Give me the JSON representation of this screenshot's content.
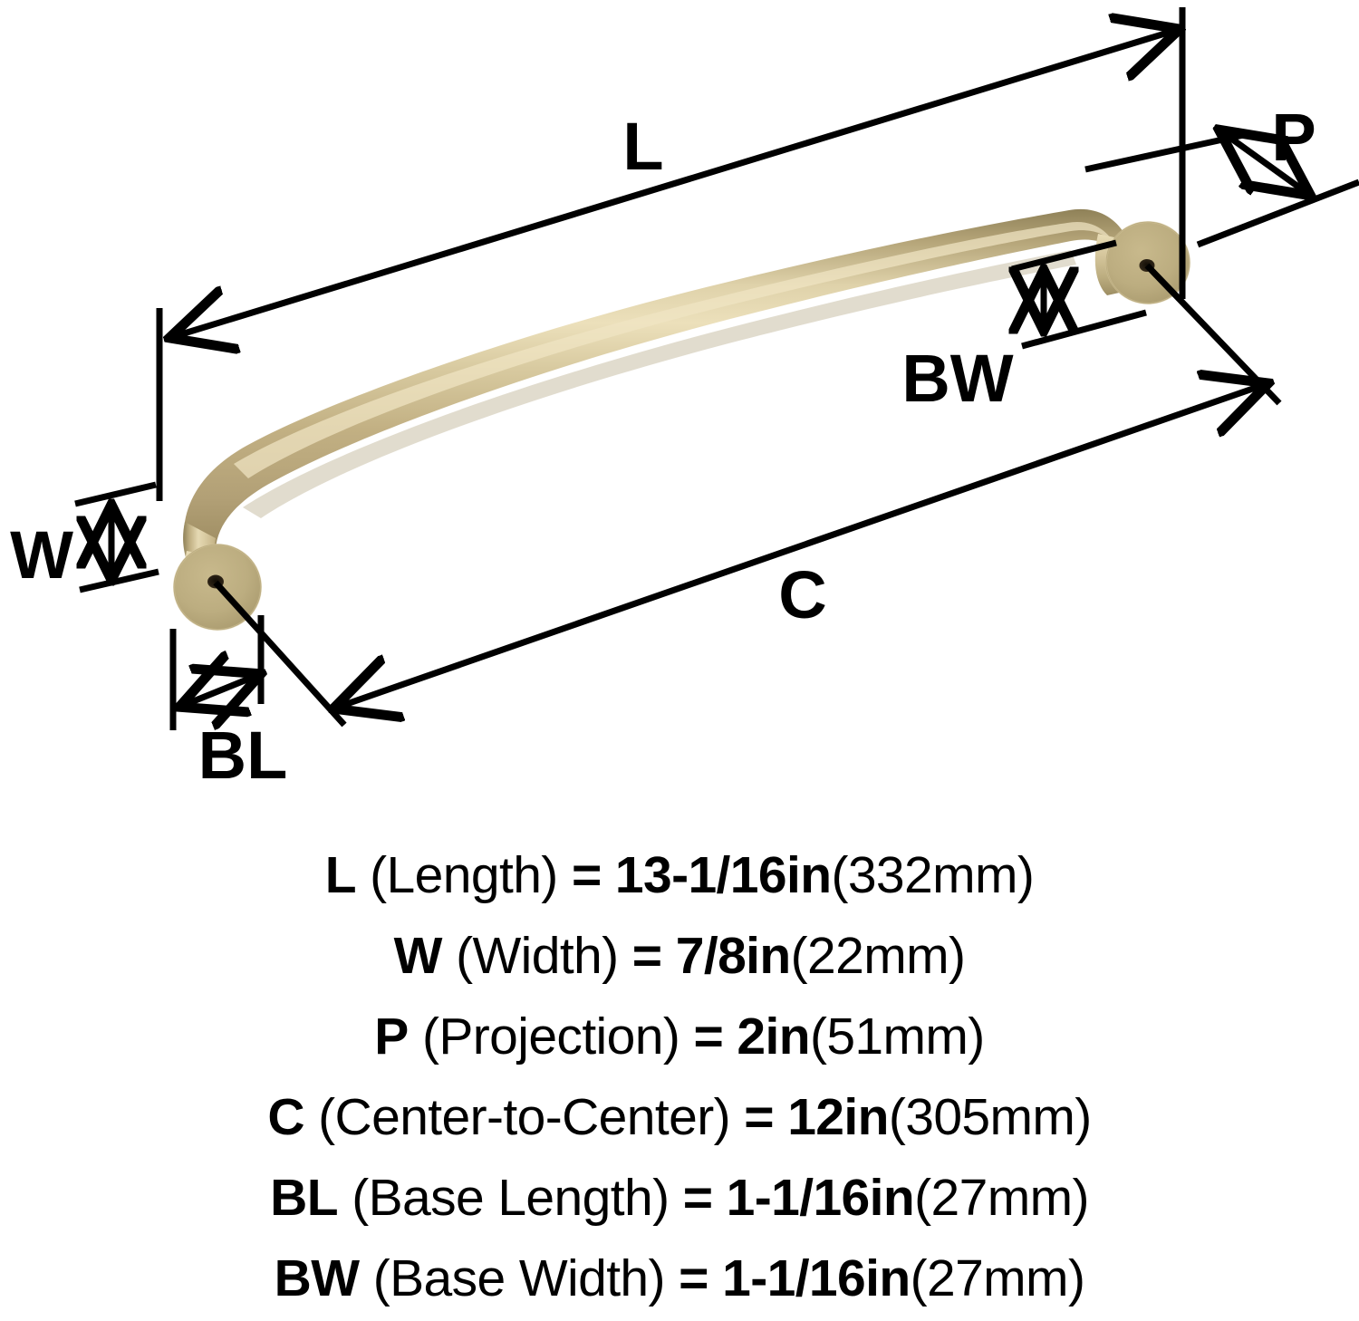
{
  "product": {
    "type": "cabinet-pull-handle",
    "finish_color": "#c3b184",
    "finish_highlight": "#ecdfb8",
    "finish_shadow": "#8d7f57",
    "post_color": "#b6a77a",
    "post_hole_color": "#2e2415",
    "line_color": "#000000"
  },
  "diagram": {
    "labels": {
      "length": "L",
      "width": "W",
      "projection": "P",
      "center_to_center": "C",
      "base_length": "BL",
      "base_width": "BW"
    }
  },
  "specs": [
    {
      "symbol": "L",
      "name": "(Length)",
      "equals": "=",
      "value": "13-1/16in",
      "metric": "(332mm)"
    },
    {
      "symbol": "W",
      "name": "(Width)",
      "equals": "=",
      "value": "7/8in",
      "metric": "(22mm)"
    },
    {
      "symbol": "P",
      "name": "(Projection)",
      "equals": "=",
      "value": "2in",
      "metric": "(51mm)"
    },
    {
      "symbol": "C",
      "name": "(Center-to-Center)",
      "equals": "=",
      "value": "12in",
      "metric": "(305mm)"
    },
    {
      "symbol": "BL",
      "name": "(Base Length)",
      "equals": "=",
      "value": "1-1/16in",
      "metric": "(27mm)"
    },
    {
      "symbol": "BW",
      "name": "(Base Width)",
      "equals": "=",
      "value": "1-1/16in",
      "metric": "(27mm)"
    }
  ]
}
